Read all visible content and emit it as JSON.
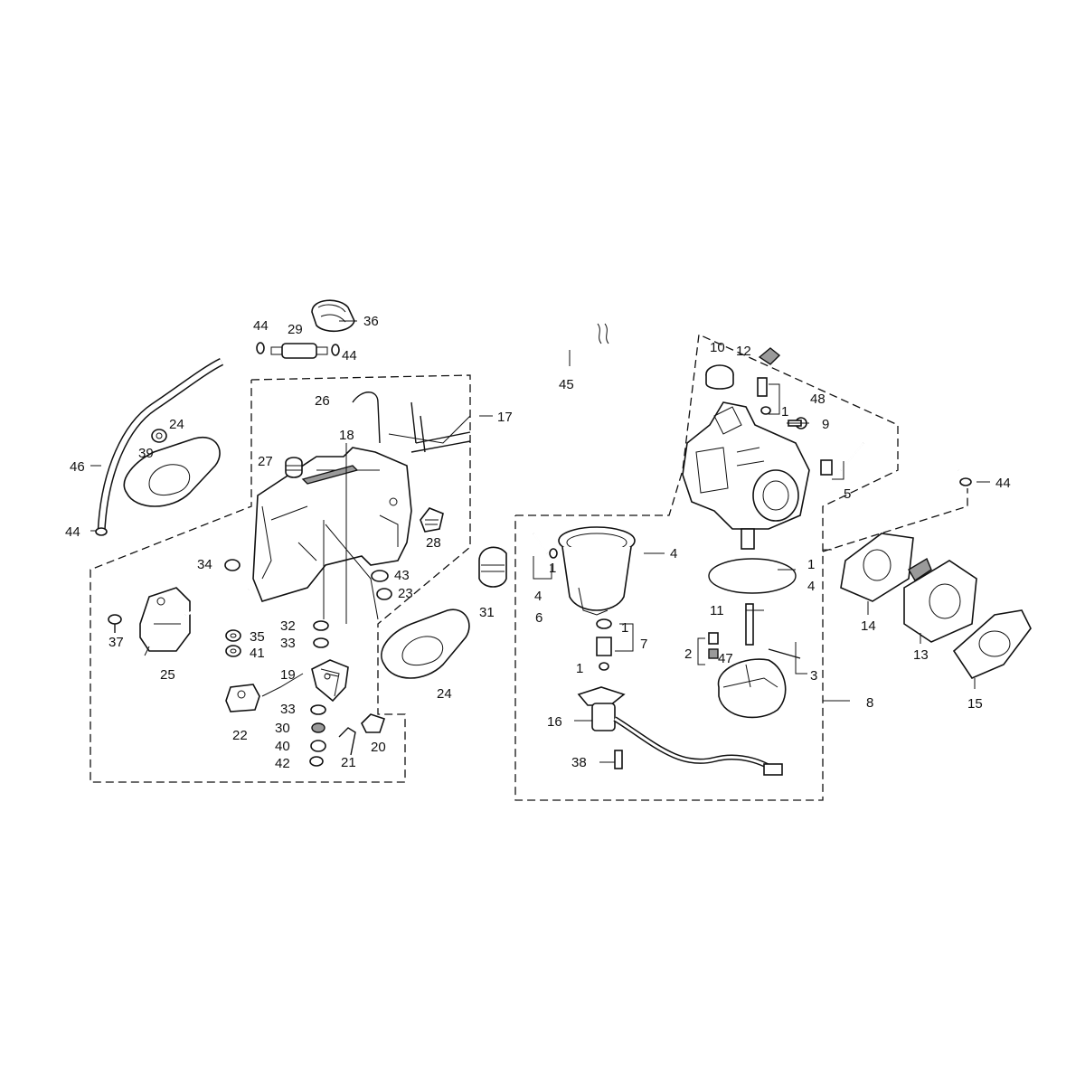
{
  "diagram": {
    "callouts": {
      "c44a": "44",
      "c29": "29",
      "c36": "36",
      "c44b": "44",
      "c45": "45",
      "c46": "46",
      "c24a": "24",
      "c39": "39",
      "c44c": "44",
      "c26": "26",
      "c17": "17",
      "c18": "18",
      "c27": "27",
      "c28": "28",
      "c34": "34",
      "c43": "43",
      "c23": "23",
      "c37": "37",
      "c32": "32",
      "c33a": "33",
      "c35": "35",
      "c41": "41",
      "c25": "25",
      "c19": "19",
      "c22": "22",
      "c33b": "33",
      "c30": "30",
      "c40": "40",
      "c42": "42",
      "c21": "21",
      "c20": "20",
      "c31": "31",
      "c24b": "24",
      "c10": "10",
      "c12": "12",
      "c48": "48",
      "c1a": "1",
      "c9": "9",
      "c5": "5",
      "c44d": "44",
      "c4a": "4",
      "c1b": "1",
      "c4b": "4",
      "c4c": "4",
      "c1c": "1",
      "c6": "6",
      "c11": "11",
      "c1d": "1",
      "c7": "7",
      "c1e": "1",
      "c2": "2",
      "c47": "47",
      "c3": "3",
      "c8": "8",
      "c16": "16",
      "c38": "38",
      "c14": "14",
      "c13": "13",
      "c15": "15"
    }
  }
}
